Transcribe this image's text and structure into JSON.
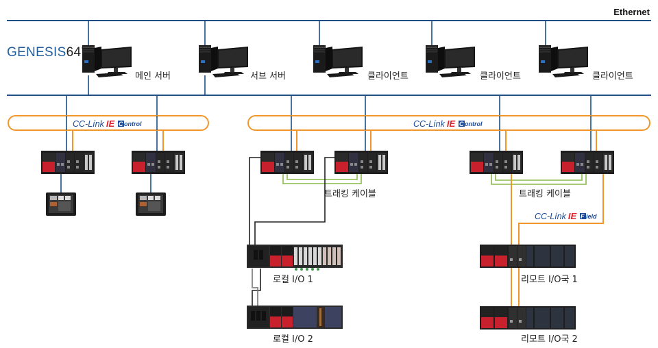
{
  "network": {
    "ethernet_label": "Ethernet",
    "brand": {
      "name": "GENESIS",
      "version": "64",
      "mark": "™"
    }
  },
  "colors": {
    "ethernet_line": "#1d4e86",
    "cclink_ring": "#f0962a",
    "tracking_cable": "#8ab84a",
    "local_io_cable": "#222222",
    "cc_blue": "#1a4a9a",
    "ie_red": "#e0202a"
  },
  "computers": [
    {
      "label": "메인 서버"
    },
    {
      "label": "서브 서버"
    },
    {
      "label": "클라이언트"
    },
    {
      "label": "클라이언트"
    },
    {
      "label": "클라이언트"
    }
  ],
  "cclink_control": {
    "prefix": "CC-Línk",
    "ie": "IE",
    "badge": "C",
    "suffix": "ontrol"
  },
  "cclink_field": {
    "prefix": "CC-Línk",
    "ie": "IE",
    "badge": "F",
    "suffix": "ield"
  },
  "labels": {
    "tracking_cable_1": "트래킹 케이블",
    "tracking_cable_2": "트래킹 케이블",
    "local_io_1": "로컬 I/O 1",
    "local_io_2": "로컬 I/O 2",
    "remote_io_1": "리모트 I/O국 1",
    "remote_io_2": "리모트 I/O국 2"
  }
}
